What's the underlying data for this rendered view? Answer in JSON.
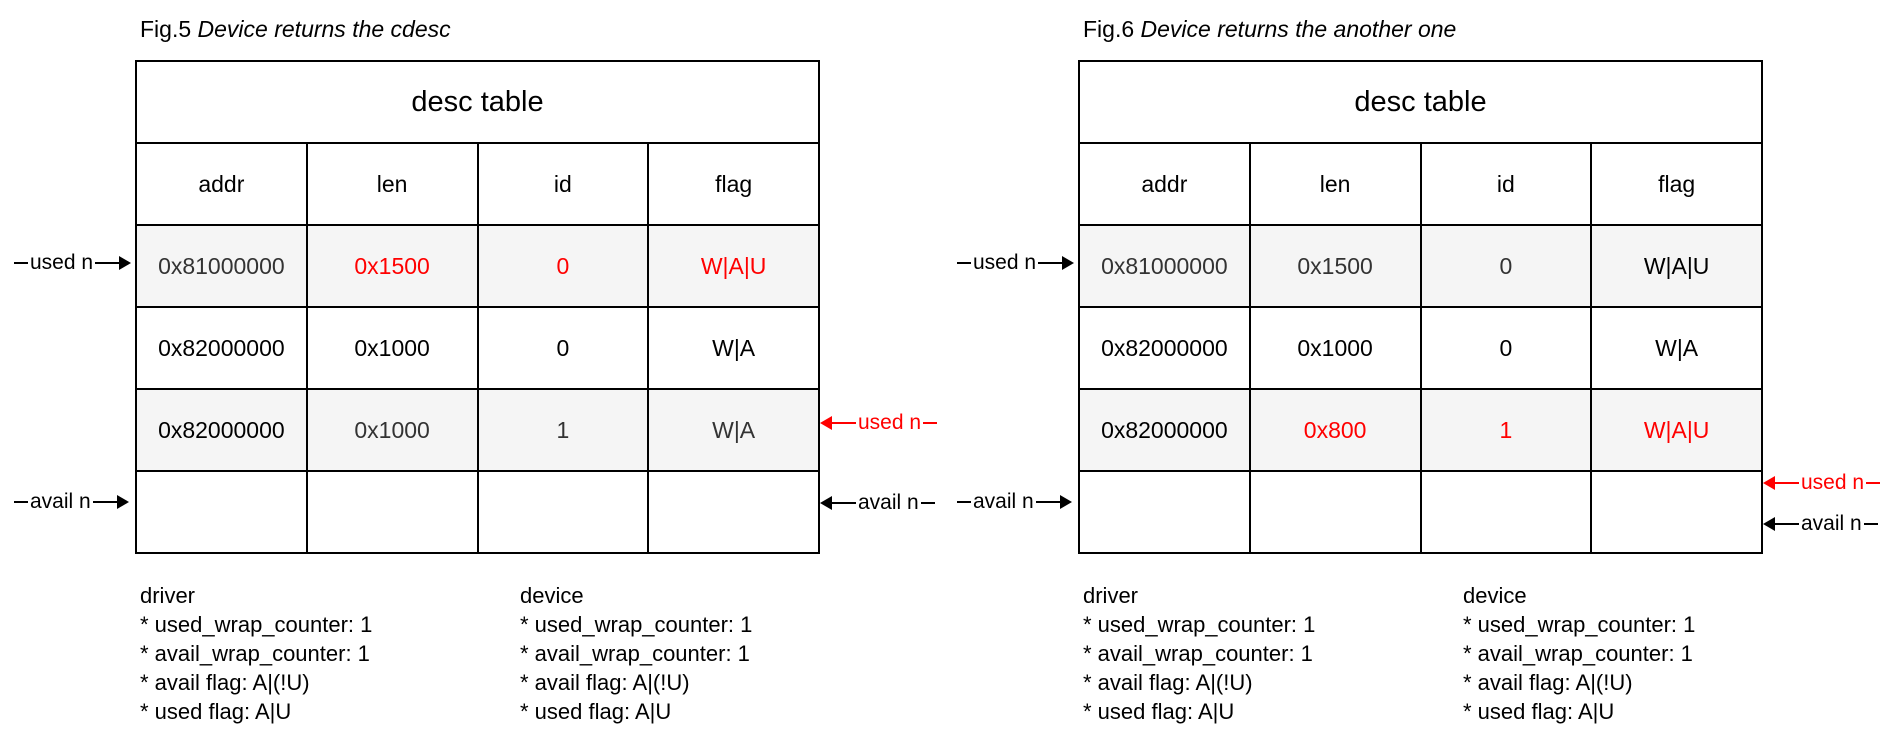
{
  "figures": [
    {
      "fig_label": "Fig.5",
      "fig_title": "Device returns the cdesc",
      "table_title": "desc table",
      "columns": [
        "addr",
        "len",
        "id",
        "flag"
      ],
      "rows": [
        [
          "0x81000000",
          "0x1500",
          "0",
          "W|A|U"
        ],
        [
          "0x82000000",
          "0x1000",
          "0",
          "W|A"
        ],
        [
          "0x82000000",
          "0x1000",
          "1",
          "W|A"
        ],
        [
          "",
          "",
          "",
          ""
        ]
      ],
      "driver": {
        "title": "driver",
        "lines": [
          "* used_wrap_counter: 1",
          "* avail_wrap_counter: 1",
          "* avail flag: A|(!U)",
          "* used flag: A|U"
        ]
      },
      "device": {
        "title": "device",
        "lines": [
          "* used_wrap_counter: 1",
          "* avail_wrap_counter: 1",
          "* avail flag: A|(!U)",
          "* used flag: A|U"
        ]
      },
      "pointers": {
        "driver_used": "used n",
        "driver_avail": "avail n",
        "device_used": "used n",
        "device_avail": "avail n"
      }
    },
    {
      "fig_label": "Fig.6",
      "fig_title": "Device returns the another one",
      "table_title": "desc table",
      "columns": [
        "addr",
        "len",
        "id",
        "flag"
      ],
      "rows": [
        [
          "0x81000000",
          "0x1500",
          "0",
          "W|A|U"
        ],
        [
          "0x82000000",
          "0x1000",
          "0",
          "W|A"
        ],
        [
          "0x82000000",
          "0x800",
          "1",
          "W|A|U"
        ],
        [
          "",
          "",
          "",
          ""
        ]
      ],
      "driver": {
        "title": "driver",
        "lines": [
          "* used_wrap_counter: 1",
          "* avail_wrap_counter: 1",
          "* avail flag: A|(!U)",
          "* used flag: A|U"
        ]
      },
      "device": {
        "title": "device",
        "lines": [
          "* used_wrap_counter: 1",
          "* avail_wrap_counter: 1",
          "* avail flag: A|(!U)",
          "* used flag: A|U"
        ]
      },
      "pointers": {
        "driver_used": "used n",
        "driver_avail": "avail n",
        "device_used": "used n",
        "device_avail": "avail n"
      }
    }
  ],
  "colors": {
    "highlight": "#ff0000",
    "shaded_row": "#f5f5f5",
    "text": "#000000"
  }
}
